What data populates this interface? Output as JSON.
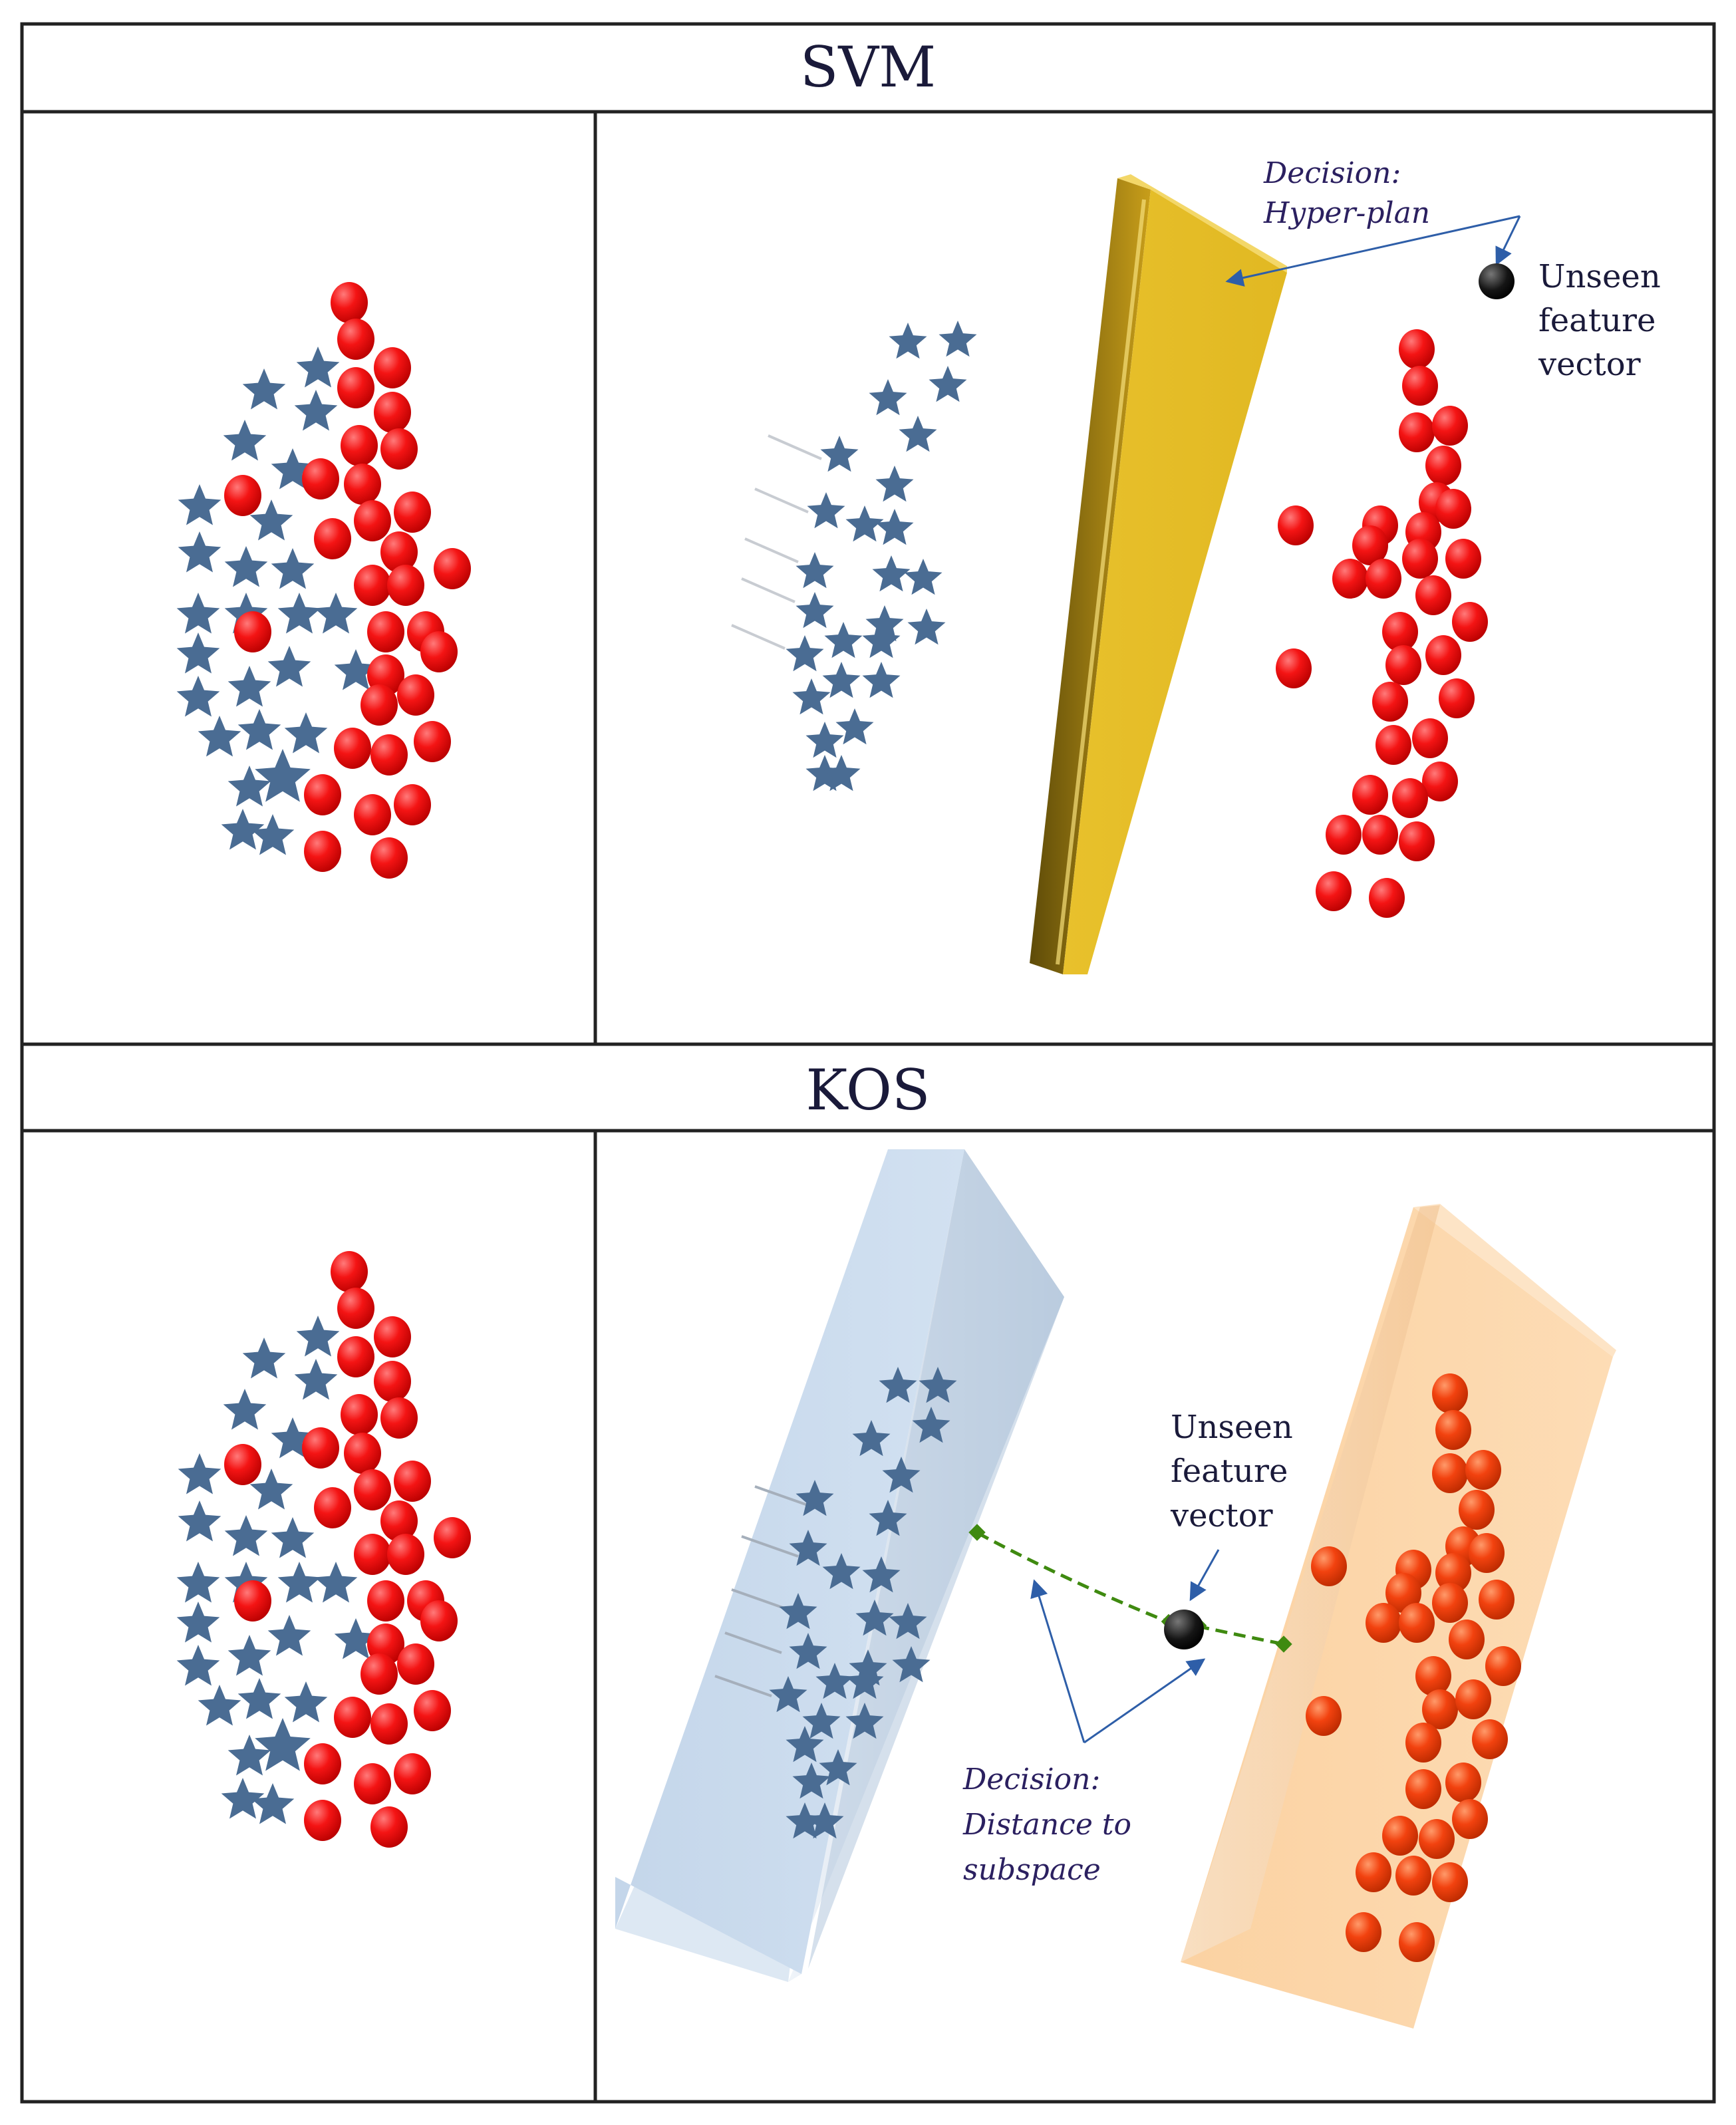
{
  "svm": {
    "title": "SVM",
    "decision_label_line1": "Decision:",
    "decision_label_line2": "Hyper-plan",
    "unseen_line1": "Unseen",
    "unseen_line2": "feature",
    "unseen_line3": "vector"
  },
  "kos": {
    "title": "KOS",
    "decision_label_line1": "Decision:",
    "decision_label_line2": "Distance to",
    "decision_label_line3": "subspace",
    "unseen_line1": "Unseen",
    "unseen_line2": "feature",
    "unseen_line3": "vector"
  },
  "colors": {
    "star": "#4a6c93",
    "circle": "#ee1111",
    "circle_kos": "#f2400e",
    "svm_plane": "#e3c02c",
    "kos_blue_subspace": "#c9dbee",
    "kos_orange_subspace": "#fbd3a5",
    "arrow": "#2e5ea8",
    "distance_line": "#3f8a10",
    "unseen_point": "#111111"
  },
  "icons": {
    "class_a": "star-icon",
    "class_b": "circle-icon",
    "unseen": "black-dot-icon"
  }
}
